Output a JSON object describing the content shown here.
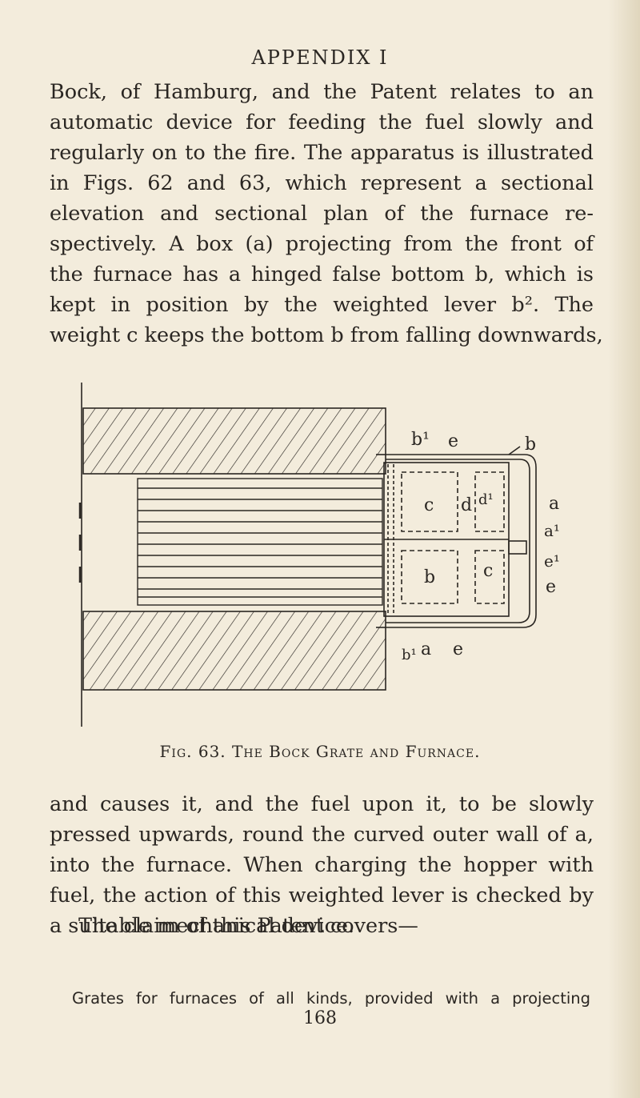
{
  "header": {
    "running_title": "APPENDIX I"
  },
  "paragraph_top": {
    "lines": [
      "Bock, of Hamburg, and the Patent relates to an",
      "automatic device for feeding the fuel slowly and",
      "regularly on to the fire. The apparatus is illustrated",
      "in Figs. 62 and 63, which represent a sectional",
      "elevation and sectional plan of the furnace re-",
      "spectively. A box (a) projecting from the front of",
      "the furnace has a hinged false bottom b, which is",
      "kept in position by the weighted lever b². The",
      "weight c keeps the bottom b from falling downwards,"
    ]
  },
  "figure": {
    "caption": "Fig. 63. The Bock Grate and Furnace.",
    "labels": {
      "b1": "b¹",
      "e_top": "e",
      "b_top": "b",
      "a": "a",
      "a1": "a¹",
      "e1": "e¹",
      "e_right": "e",
      "c_left": "c",
      "d": "d",
      "d1": "d¹",
      "b_center": "b",
      "c_right": "c",
      "b1_bottom": "b¹",
      "a_bottom": "a",
      "e_bottom": "e"
    }
  },
  "paragraph_bottom": {
    "lines": [
      "and causes it, and the fuel upon it, to be slowly",
      "pressed upwards, round the curved outer wall of a,",
      "into the furnace. When charging the hopper with",
      "fuel, the action of this weighted lever is checked by",
      "a suitable mechanical device."
    ]
  },
  "claim_intro": "The claim of this Patent covers—",
  "claims_text": "Grates for furnaces of all kinds, provided with a projecting",
  "page_number": "168"
}
